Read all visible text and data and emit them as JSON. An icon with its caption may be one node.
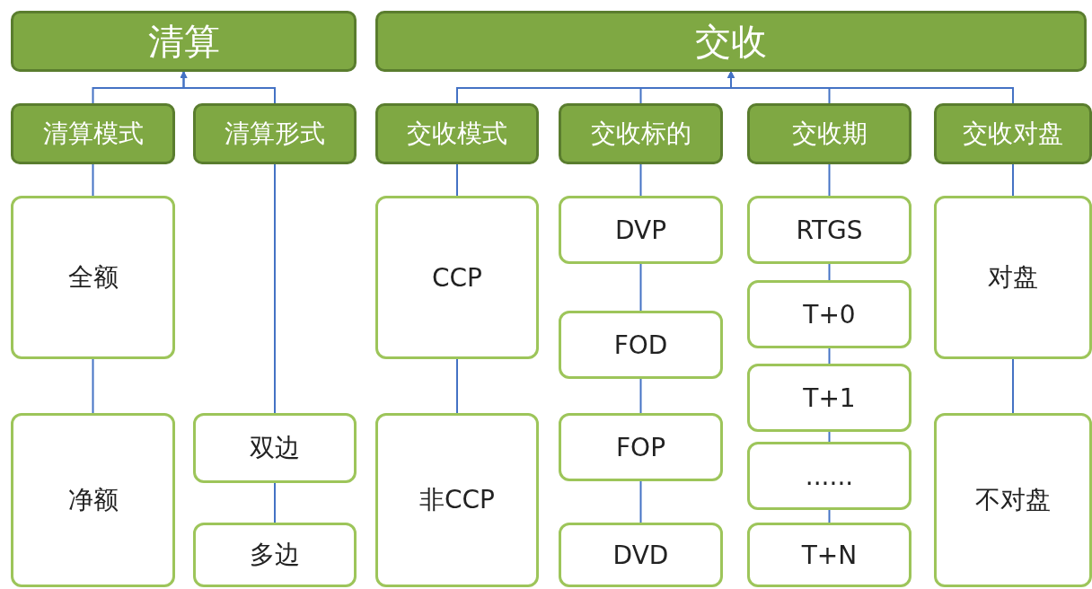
{
  "diagram": {
    "nodes": [
      {
        "text": [
          "清算"
        ]
      },
      {
        "text": [
          "交收"
        ]
      },
      {
        "text": [
          "清算模式"
        ]
      },
      {
        "text": [
          "清算形式"
        ]
      },
      {
        "text": [
          "交收模式"
        ]
      },
      {
        "text": [
          "交收标的"
        ]
      },
      {
        "text": [
          "交收期"
        ]
      },
      {
        "text": [
          "交收对盘"
        ]
      },
      {
        "text": [
          "全额"
        ]
      },
      {
        "text": [
          "净额"
        ]
      },
      {
        "text": [
          "双边"
        ]
      },
      {
        "text": [
          "多边"
        ]
      },
      {
        "text": [
          "CCP"
        ]
      },
      {
        "text": [
          "非CCP"
        ]
      },
      {
        "text": [
          "DVP"
        ]
      },
      {
        "text": [
          "FOD"
        ]
      },
      {
        "text": [
          "FOP"
        ]
      },
      {
        "text": [
          "DVD"
        ]
      },
      {
        "text": [
          "RTGS"
        ]
      },
      {
        "text": [
          "T+0"
        ]
      },
      {
        "text": [
          "T+1"
        ]
      },
      {
        "text": [
          "......"
        ]
      },
      {
        "text": [
          "T+N"
        ]
      },
      {
        "text": [
          "对盘"
        ]
      },
      {
        "text": [
          "不对盘"
        ]
      }
    ],
    "edges": [
      {
        "from": 2,
        "to": 0,
        "arrow": "to"
      },
      {
        "from": 3,
        "to": 0,
        "arrow": "to"
      },
      {
        "from": 4,
        "to": 1,
        "arrow": "to"
      },
      {
        "from": 5,
        "to": 1,
        "arrow": "to"
      },
      {
        "from": 6,
        "to": 1,
        "arrow": "to"
      },
      {
        "from": 7,
        "to": 1,
        "arrow": "to"
      },
      {
        "from": 2,
        "to": 8,
        "arrow": "none"
      },
      {
        "from": 8,
        "to": 9,
        "arrow": "none"
      },
      {
        "from": 3,
        "to": 10,
        "arrow": "none"
      },
      {
        "from": 10,
        "to": 11,
        "arrow": "none"
      },
      {
        "from": 4,
        "to": 12,
        "arrow": "none"
      },
      {
        "from": 12,
        "to": 13,
        "arrow": "none"
      },
      {
        "from": 5,
        "to": 14,
        "arrow": "none"
      },
      {
        "from": 14,
        "to": 15,
        "arrow": "none"
      },
      {
        "from": 15,
        "to": 16,
        "arrow": "none"
      },
      {
        "from": 16,
        "to": 17,
        "arrow": "none"
      },
      {
        "from": 6,
        "to": 18,
        "arrow": "none"
      },
      {
        "from": 18,
        "to": 19,
        "arrow": "none"
      },
      {
        "from": 19,
        "to": 20,
        "arrow": "none"
      },
      {
        "from": 20,
        "to": 21,
        "arrow": "none"
      },
      {
        "from": 21,
        "to": 22,
        "arrow": "none"
      },
      {
        "from": 7,
        "to": 23,
        "arrow": "none"
      },
      {
        "from": 23,
        "to": 24,
        "arrow": "none"
      }
    ]
  }
}
